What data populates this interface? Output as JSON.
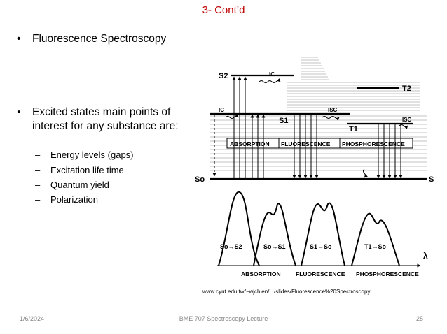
{
  "slide": {
    "title": "3- Cont’d",
    "bullets": [
      {
        "marker": "•",
        "text": "Fluorescence Spectroscopy"
      },
      {
        "marker": "▪",
        "text": "Excited states main points of interest for any substance are:"
      }
    ],
    "sub_bullets": [
      {
        "marker": "–",
        "text": "Energy levels (gaps)"
      },
      {
        "marker": "–",
        "text": "Excitation life time"
      },
      {
        "marker": "–",
        "text": "Quantum yield"
      },
      {
        "marker": "–",
        "text": "Polarization"
      }
    ],
    "caption": "www.cyut.edu.tw/~wjchien/.../slides/Fluorescence%20Spectroscopy",
    "footer": {
      "date": "1/6/2024",
      "center": "BME 707 Spectroscopy Lecture",
      "page": "25"
    }
  },
  "diagram": {
    "labels": {
      "s2": "S2",
      "s1": "S1",
      "s0_left": "So",
      "s0_right": "So",
      "t1": "T1",
      "t2": "T2",
      "ic_top": "IC",
      "ic_left": "IC",
      "isc_mid": "ISC",
      "isc_right": "ISC",
      "box_absorption": "ABSORPTION",
      "box_fluorescence": "FLUORESCENCE",
      "box_phosphorescence": "PHOSPHORESCENCE"
    },
    "spectrum": {
      "t_s0s2": "So→S2",
      "t_s0s1": "So→S1",
      "t_s1s0": "S1→So",
      "t_t1s0": "T1→So",
      "lambda": "λ",
      "axis_absorption": "ABSORPTION",
      "axis_fluorescence": "FLUORESCENCE",
      "axis_phosphorescence": "PHOSPHORESCENCE"
    }
  }
}
